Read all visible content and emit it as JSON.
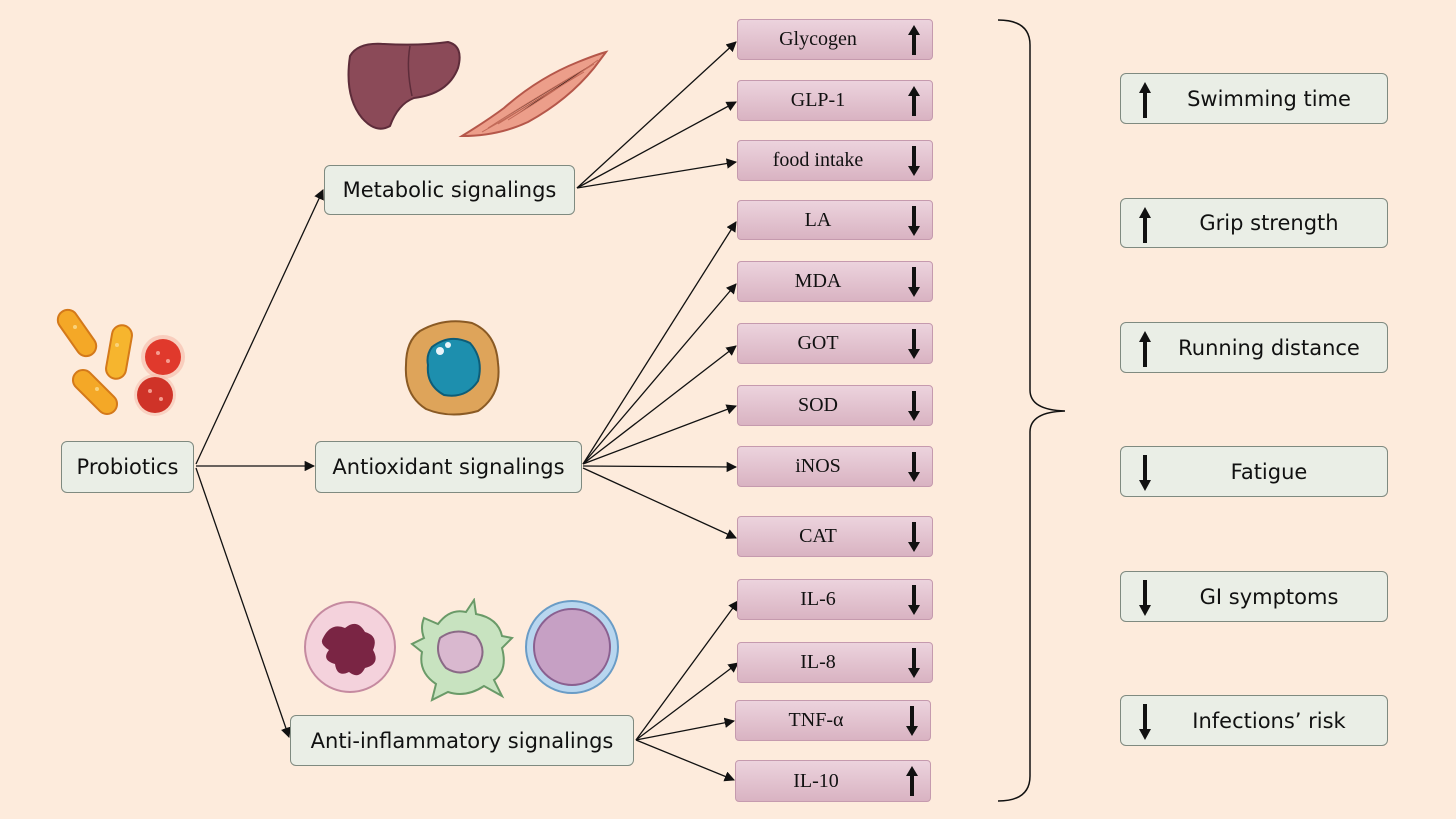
{
  "root": {
    "label": "Probiotics"
  },
  "categories": {
    "metabolic": "Metabolic signalings",
    "antioxidant": "Antioxidant signalings",
    "anti_inflammatory": "Anti-inflammatory signalings"
  },
  "markers": [
    {
      "label": "Glycogen",
      "direction": "up"
    },
    {
      "label": "GLP-1",
      "direction": "up"
    },
    {
      "label": "food intake",
      "direction": "down"
    },
    {
      "label": "LA",
      "direction": "down"
    },
    {
      "label": "MDA",
      "direction": "down"
    },
    {
      "label": "GOT",
      "direction": "down"
    },
    {
      "label": "SOD",
      "direction": "down"
    },
    {
      "label": "iNOS",
      "direction": "down"
    },
    {
      "label": "CAT",
      "direction": "down"
    },
    {
      "label": "IL-6",
      "direction": "down"
    },
    {
      "label": "IL-8",
      "direction": "down"
    },
    {
      "label": "TNF-α",
      "direction": "down"
    },
    {
      "label": "IL-10",
      "direction": "up"
    }
  ],
  "outcomes": [
    {
      "label": "Swimming time",
      "direction": "up"
    },
    {
      "label": "Grip strength",
      "direction": "up"
    },
    {
      "label": "Running distance",
      "direction": "up"
    },
    {
      "label": "Fatigue",
      "direction": "down"
    },
    {
      "label": "GI symptoms",
      "direction": "down"
    },
    {
      "label": "Infections’ risk",
      "direction": "down"
    }
  ],
  "illustrations": [
    "probiotic-capsules",
    "liver",
    "muscle",
    "macrophage-cell",
    "neutrophil-cell",
    "dendritic-cell",
    "lymphocyte-cell"
  ]
}
